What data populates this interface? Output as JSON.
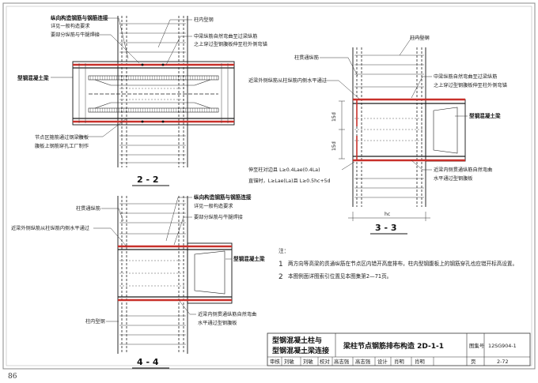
{
  "page_number": "86",
  "section_2_2": {
    "title": "2 - 2",
    "labels": {
      "long_rebar_connect": "纵向构造钢筋与钢筋连接",
      "see_general": "详见一般构造要求",
      "part_weld": "要部分纵筋与牛腿焊接",
      "steel_in_col": "柱内型钢",
      "mid_long_bent": "中梁纵筋自然弯曲至过梁纵筋",
      "pass_web": "之上穿过型钢腹板伸至柱外侧弯锚",
      "beam_type": "型钢混凝土梁",
      "node_zone": "节点区箍筋通过钢梁腹板",
      "web_hole": "腹板上钢筋穿孔工厂制作"
    }
  },
  "section_3_3": {
    "title": "3 - 3",
    "labels": {
      "steel_in_col": "柱内型钢",
      "col_long": "柱贯通纵筋",
      "mid_long_bent": "中梁纵筋自然弯曲至过梁纵筋",
      "pass_web": "之上穿过型钢腹板伸至柱外侧弯锚",
      "side_long_out": "近梁外侧纵筋从柱纵筋内侧水平通过",
      "beam_type": "型钢混凝土梁",
      "dim_15d_a": "15d",
      "dim_15d_b": "15d",
      "anchor_1": "伸至柱对边且 L≥0.4Lae(0.4La)",
      "anchor_2": "直锚时，L≥Lae(La)且 L≥0.5hc+5d",
      "inner_long_bent": "近梁内侧贯通纵筋自然弯曲",
      "horiz_web": "水平通过型钢腹板",
      "hc": "hc"
    }
  },
  "section_4_4": {
    "title": "4 - 4",
    "labels": {
      "long_rebar_connect": "纵向构造钢筋与钢筋连接",
      "see_general": "详见一般构造要求",
      "part_weld": "要部分纵筋与牛腿焊接",
      "col_long": "柱贯通纵筋",
      "side_long_out": "近梁外侧纵筋从柱纵筋内侧水平通过",
      "beam_type": "型钢混凝土梁",
      "inner_long_bent": "近梁内侧贯通纵筋自然弯曲",
      "horiz_web": "水平通过型钢腹板",
      "steel_in_col": "柱内型钢"
    }
  },
  "notes": {
    "heading": "注：",
    "items": [
      {
        "num": "1",
        "text": "两方向等高梁的贯通纵筋在节点区内错开高度排布，柱内型钢腹板上的钢筋穿孔也应错开标高设置。"
      },
      {
        "num": "2",
        "text": "本图例面详图索引位置见本图集第2—71页。"
      }
    ]
  },
  "title_block": {
    "left_title_1": "型钢混凝土柱与",
    "left_title_2": "型钢混凝土梁连接",
    "main_title": "梁柱节点钢筋排布构造 2D-1-1",
    "atlas_label": "图集号",
    "atlas_no": "12SG904-1",
    "check_label": "审核",
    "check_name": "刘敏",
    "check_sig": "刘敏",
    "proof_label": "校对",
    "proof_name": "高志强",
    "proof_sig": "高志强",
    "design_label": "设计",
    "design_name": "肖明",
    "design_sig": "肖明",
    "page_label": "页",
    "page_no": "2-72"
  },
  "colors": {
    "red_rebar": "#c8302a",
    "black": "#1a1a1a",
    "frame": "#7a7a7a"
  }
}
